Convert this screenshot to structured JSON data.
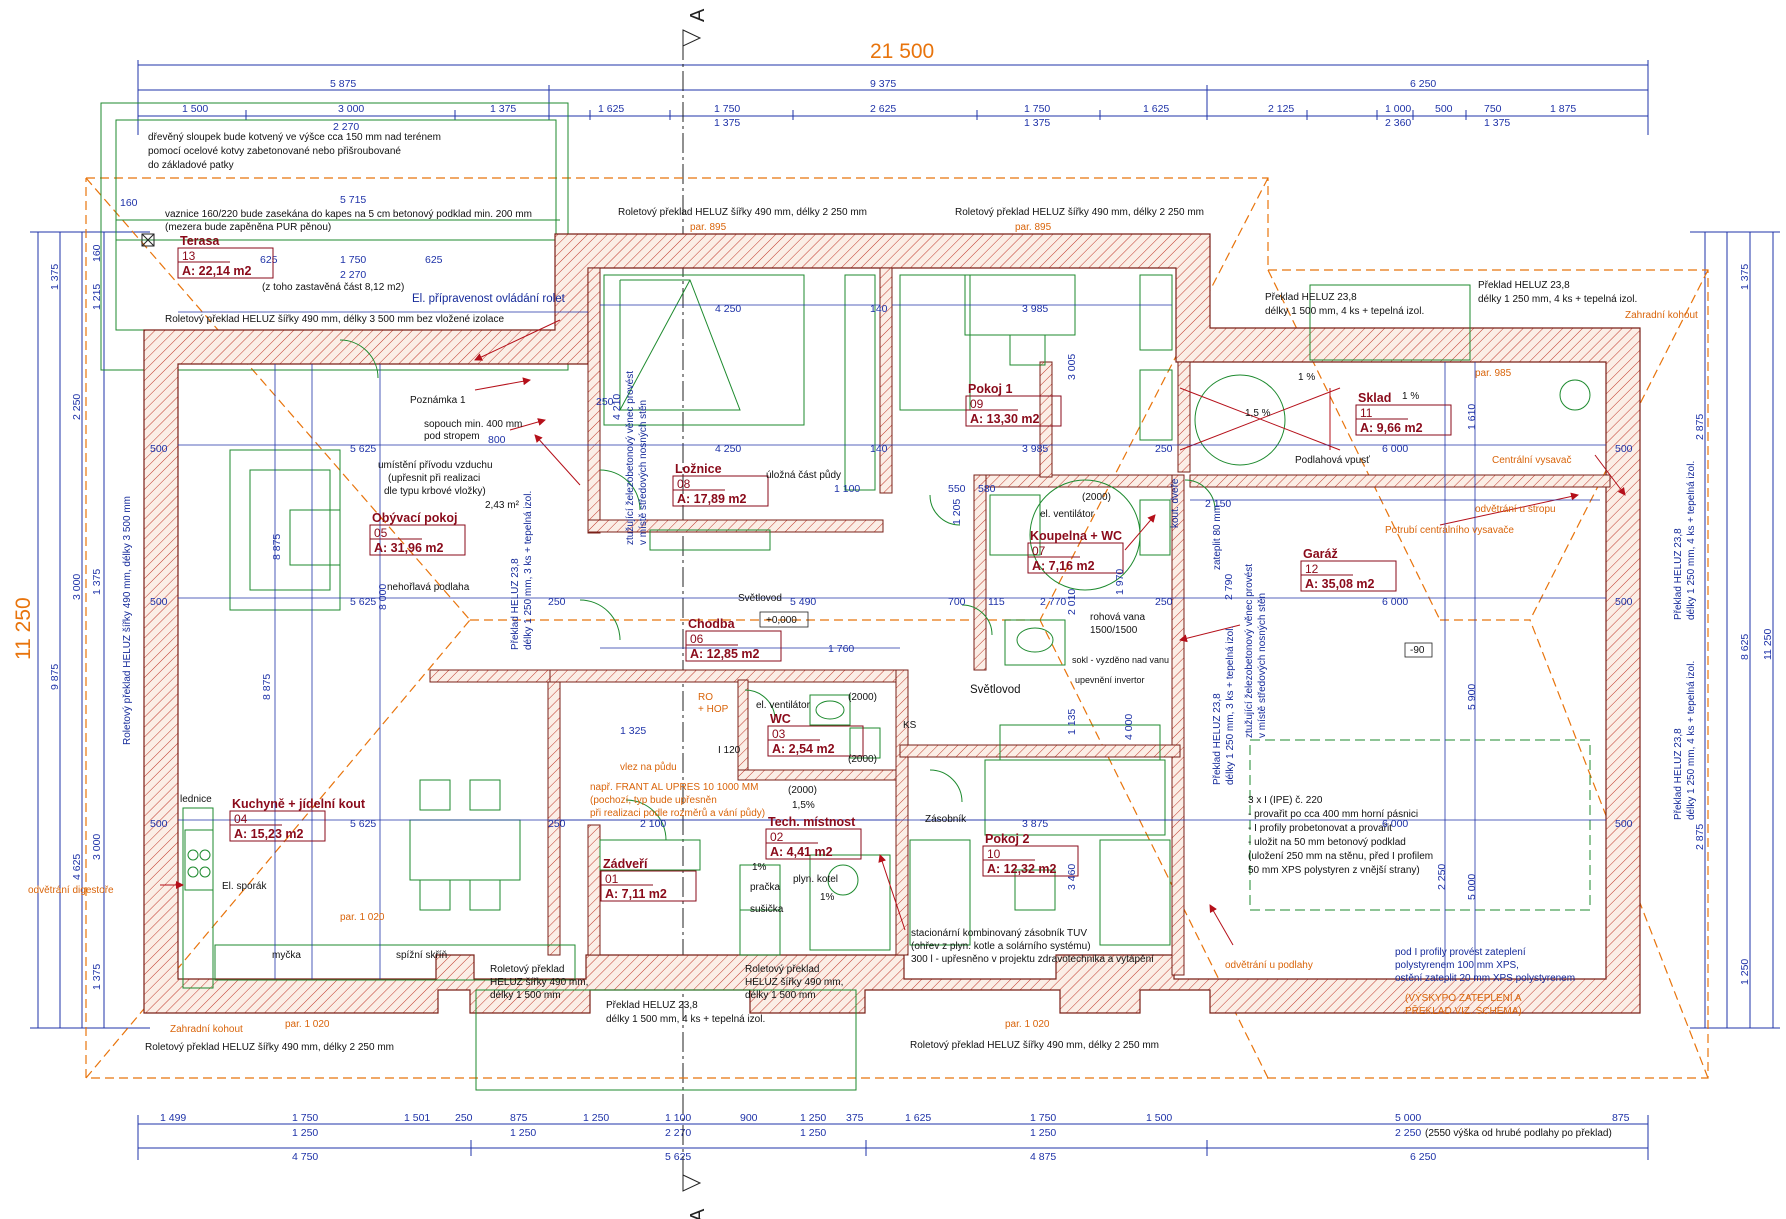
{
  "overall": {
    "width": "21 500",
    "depth": "11 250",
    "section_top": "A",
    "section_bottom": "A"
  },
  "dims_top": {
    "row1": [
      "5 875",
      "9 375",
      "6 250"
    ],
    "row2": [
      "1 500",
      "3 000",
      "1 375",
      "1 625",
      "1 750",
      "2 625",
      "1 750",
      "1 625",
      "2 125",
      "1 000",
      "500",
      "750",
      "1 875"
    ],
    "row2_sub": [
      "1 375",
      "1 375",
      "2 360",
      "1 375"
    ]
  },
  "dims_bottom": {
    "row1": [
      "1 499",
      "1 750",
      "1 501",
      "250",
      "875",
      "1 250",
      "1 100",
      "900",
      "1 250",
      "375",
      "1 625",
      "1 750",
      "1 500",
      "5 000",
      "875"
    ],
    "row1_sub": [
      "1 250",
      "1 250",
      "2 270",
      "1 250",
      "1 250",
      "2 250"
    ],
    "row1_note": "(2550 výška od hrubé podlahy po překlad)",
    "row2": [
      "4 750",
      "5 625",
      "4 875",
      "6 250"
    ]
  },
  "dims_left": [
    "1 375",
    "1 215",
    "160",
    "2 250",
    "9 875",
    "3 000",
    "1 375",
    "3 000",
    "8 875",
    "4 625",
    "1 375"
  ],
  "dims_right": [
    "1 375",
    "2 875",
    "8 625",
    "11 250",
    "2 875",
    "1 250",
    "1 610",
    "5 900",
    "5 000",
    "2 250"
  ],
  "rooms": [
    {
      "name": "Terasa",
      "num": "13",
      "area": "A: 22,14 m2"
    },
    {
      "name": "Obývací pokoj",
      "num": "05",
      "area": "A: 31,96 m2"
    },
    {
      "name": "Ložnice",
      "num": "08",
      "area": "A: 17,89 m2"
    },
    {
      "name": "Pokoj 1",
      "num": "09",
      "area": "A: 13,30 m2"
    },
    {
      "name": "Sklad",
      "num": "11",
      "area": "A: 9,66 m2"
    },
    {
      "name": "Koupelna + WC",
      "num": "07",
      "area": "A: 7,16 m2"
    },
    {
      "name": "Garáž",
      "num": "12",
      "area": "A: 35,08 m2"
    },
    {
      "name": "Chodba",
      "num": "06",
      "area": "A: 12,85 m2"
    },
    {
      "name": "WC",
      "num": "03",
      "area": "A: 2,54 m2"
    },
    {
      "name": "Kuchyně + jídelní kout",
      "num": "04",
      "area": "A: 15,23 m2"
    },
    {
      "name": "Tech. místnost",
      "num": "02",
      "area": "A: 4,41 m2"
    },
    {
      "name": "Pokoj 2",
      "num": "10",
      "area": "A: 12,32 m2"
    },
    {
      "name": "Zádveří",
      "num": "01",
      "area": "A: 7,11 m2"
    }
  ],
  "notes": {
    "terasa_1": "dřevěný sloupek bude kotvený ve výšce cca 150 mm nad terénem",
    "terasa_2": "pomocí ocelové kotvy zabetonované nebo přišroubované",
    "terasa_3": "do základové patky",
    "terasa_dim1": "2 270",
    "terasa_dim2": "5 715",
    "vaznice_1": "vaznice 160/220 bude zasekána do kapes na 5 cm betonový podklad min. 200 mm",
    "vaznice_2": "(mezera bude zapěněna PUR pěnou)",
    "terasa_sub": "(z toho zastavěná část 8,12 m2)",
    "el_rolet": "El. přípravenost ovládání rolet",
    "roletovy_terasa": "Roletový překlad HELUZ šířky 490 mm, délky 3 500 mm bez vložené izolace",
    "roletovy_top1": "Roletový překlad HELUZ šířky 490 mm, délky 2 250 mm",
    "roletovy_top2": "Roletový překlad HELUZ šířky 490 mm, délky 2 250 mm",
    "par895_1": "par. 895",
    "par895_2": "par. 895",
    "poznamka": "Poznámka 1",
    "sopouch": "sopouch min. 400 mm",
    "sopouch2": "pod stropem",
    "privod_1": "umístění přívodu vzduchu",
    "privod_2": "(upřesnit při realizaci",
    "privod_3": "dle typu krbové vložky)",
    "area243": "2,43 m²",
    "nehorlava": "nehořlavá podlaha",
    "ztuzujici_1": "ztužující železobetonový věnec provést",
    "ztuzujici_2": "v místě středových nosných stěn",
    "ulozna": "úložná část půdy",
    "svetlovod1": "Světlovod",
    "svetlovod2": "Světlovod",
    "level0": "+0,000",
    "level90": "-90",
    "preklad_sklad_1": "Překlad HELUZ 23,8",
    "preklad_sklad_2": "délky 1 500 mm, 4 ks + tepelná izol.",
    "preklad_garaz_1": "Překlad HELUZ 23,8",
    "preklad_garaz_2": "délky 1 250 mm, 4 ks + tepelná izol.",
    "zahradni1": "Zahradní kohout",
    "zahradni2": "Zahradní kohout",
    "podlahova": "Podlahová vpusť",
    "centralni": "Centrální vysavač",
    "odvetrani_strop": "odvětrání u stropu",
    "potrubi": "Potrubí centrálního vysavače",
    "ventilator1": "el. ventilátor",
    "ventilator2": "el. ventilátor",
    "rohova_1": "rohová vana",
    "rohova_2": "1500/1500",
    "kout_vana": "sokl - vyzděno nad vanu",
    "upevneni": "upevnění invertor",
    "ztuzujici_3": "ztužující železobetonový věnec provést",
    "ztuzujici_4": "v místě středových nosných stěn",
    "vlez": "vlez na půdu",
    "frant_1": "např. FRANT AL UPRES 10 1000 MM",
    "frant_2": "(pochozí, typ bude upřesněn",
    "frant_3": "při realizaci podle rozměrů a vání půdy)",
    "zasobnik": "Zásobník",
    "ipe_1": "3 x I (IPE) č. 220",
    "ipe_2": "- provařit po cca 400 mm horní pásnici",
    "ipe_3": "- I profily probetonovat a provařit",
    "ipe_4": "- uložit na 50 mm betonový podklad",
    "ipe_5": "(uložení 250 mm na stěnu, před I profilem",
    "ipe_6": "50 mm XPS polystyren z vnější strany)",
    "ednice": "lednice",
    "elsporak": "El. sporák",
    "odvetrani_dig": "odvětrání digestoře",
    "mycka": "myčka",
    "spizni": "spížní skříň",
    "pracka": "pračka",
    "susicka": "sušička",
    "plynkotel": "plyn. kotel",
    "stacionarni_1": "stacionární kombinovaný zásobník TUV",
    "stacionarni_2": "(ohřev z plyn. kotle a solárního systému)",
    "stacionarni_3": "300 l - upřesněno v projektu zdravotechnika a vytápění",
    "odvetrani_podl": "odvětrání u podlahy",
    "profily_1": "pod I profily provést zateplení",
    "profily_2": "polystyrenem 100 mm XPS,",
    "profily_3": "ostění zateplit 20 mm XPS polystyrenem",
    "vyskopo_1": "(VÝSKYPO ZATEPLENÍ A",
    "vyskopo_2": "PŘEKLAD VIZ. SCHEMA)",
    "roletovy_kuch": "Roletový překlad HELUZ šířky 490 mm, délky 2 250 mm",
    "roletovy_zadv_1": "Roletový překlad",
    "roletovy_zadv_2": "HELUZ šířky 490 mm,",
    "roletovy_zadv_3": "délky 1 500 mm",
    "roletovy_tech_1": "Roletový překlad",
    "roletovy_tech_2": "HELUZ šířky 490 mm,",
    "roletovy_tech_3": "délky 1 500 mm",
    "preklad_vchod_1": "Překlad HELUZ 23,8",
    "preklad_vchod_2": "délky 1 500 mm, 4 ks + tepelná izol.",
    "roletovy_pokoj2": "Roletový překlad HELUZ šířky 490 mm, délky 2 250 mm",
    "par1020_1": "par. 1 020",
    "par1020_2": "par. 1 020",
    "par1020_3": "par. 1 020",
    "par985": "par. 985",
    "ro_hop_1": "RO",
    "ro_hop_2": "+ HOP",
    "ks": "KS",
    "pct1": "1 %",
    "pct15": "1,5 %",
    "pct_wc": "1,5%",
    "pct1b": "1%",
    "pct1c": "1%",
    "pct1d": "1 %",
    "wc_2000a": "(2000)",
    "wc_2000b": "(2000)",
    "tech_2000": "(2000)",
    "koup_2000": "(2000)",
    "i120": "I 120",
    "zateplit80": "zateplit 80 mm",
    "kout_dv": "kout. dveře",
    "rolv_left": "Roletový překlad HELUZ šířky 490 mm, délky 3 500 mm",
    "prekl_left_1": "Překlad HELUZ 23,8",
    "prekl_left_2": "délky 1 250 mm, 3 ks + tepelná izol.",
    "prekl_mid_1": "Překlad HELUZ 23,8",
    "prekl_mid_2": "délky 1 250 mm, 3 ks + tepelná izol.",
    "prekl_right_1": "Překlad HELUZ 23,8",
    "prekl_right_2": "délky 1 250 mm, 4 ks + tepelná izol.",
    "prekl_right_3": "Překlad HELUZ 23,8",
    "prekl_right_4": "délky 1 250 mm, 4 ks + tepelná izol."
  },
  "inner_dims": {
    "a4250": "4 250",
    "a4250b": "4 250",
    "a3985": "3 985",
    "a3985b": "3 985",
    "a5625": "5 625",
    "a5625b": "5 625",
    "a5625c": "5 625",
    "a5490": "5 490",
    "a6000": "6 000",
    "a6000b": "6 000",
    "a6000c": "6 000",
    "a3875": "3 875",
    "a2100": "2 100",
    "a1760": "1 760",
    "a2770": "2 770",
    "a2150": "2 150",
    "a1100": "1 100",
    "a1325": "1 325",
    "a8000": "8 000",
    "a8875": "8 875",
    "a3005": "3 005",
    "a4210": "4 210",
    "a2790": "2 790",
    "a500": "500",
    "a250": "250",
    "a140": "140",
    "a800": "800",
    "a1970": "1 970",
    "a550": "550",
    "a580": "580",
    "a700": "700",
    "a115": "115",
    "a1205": "1 205",
    "a1135": "1 135",
    "a4000": "4 000",
    "a3460": "3 460",
    "a2010": "2 010",
    "a1610": "1 610",
    "a1750": "1 750",
    "a625": "625",
    "a2270": "2 270"
  },
  "colors": {
    "wall_hatch": "#c0392b",
    "dim_blue": "#1f33a8",
    "orange": "#e8740c",
    "green": "#1d8a2e",
    "room_red": "#8a0a1a"
  }
}
